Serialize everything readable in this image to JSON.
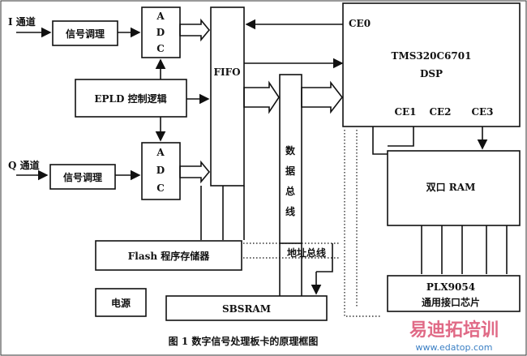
{
  "diagram": {
    "i_channel": "I 通道",
    "q_channel": "Q 通道",
    "signal_cond": "信号调理",
    "adc_letters": [
      "A",
      "D",
      "C"
    ],
    "epld": "EPLD 控制逻辑",
    "fifo": "FIFO",
    "data_bus": [
      "数",
      "据",
      "总",
      "线"
    ],
    "dsp_name": "TMS320C6701",
    "dsp_sub": "DSP",
    "ce0": "CE0",
    "ce1": "CE1",
    "ce2": "CE2",
    "ce3": "CE3",
    "dual_ram": "双口 RAM",
    "flash": "Flash 程序存储器",
    "addr_bus": "地址总线",
    "power": "电源",
    "sbsram": "SBSRAM",
    "plx_line1": "PLX9054",
    "plx_line2": "通用接口芯片"
  },
  "caption": "图 1  数字信号处理板卡的原理框图",
  "watermark": {
    "brand": "易迪拓培训",
    "url": "www.edatop.com"
  }
}
